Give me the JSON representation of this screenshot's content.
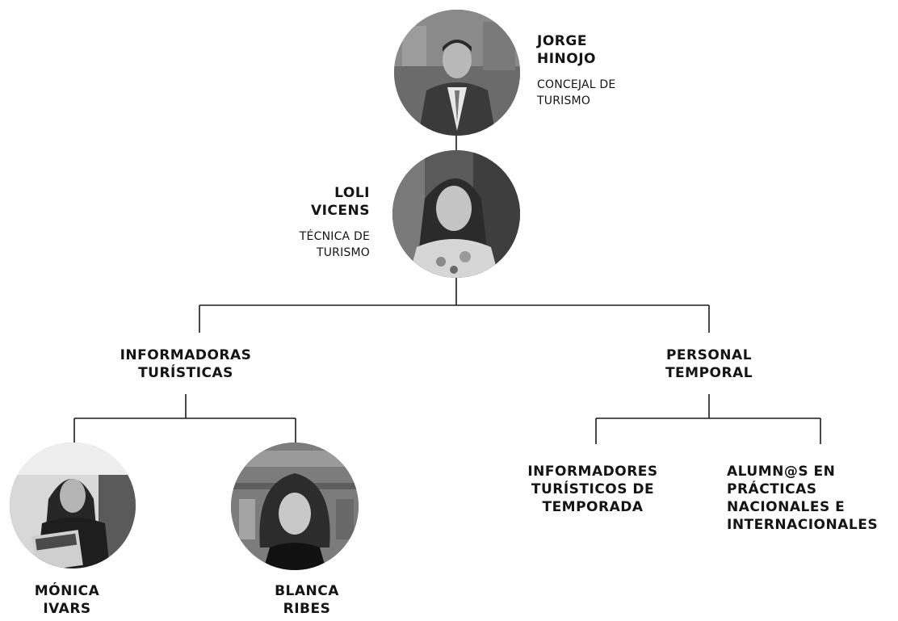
{
  "nodes": {
    "jorge": {
      "name_line1": "JORGE",
      "name_line2": "HINOJO",
      "role_line1": "CONCEJAL DE",
      "role_line2": "TURISMO"
    },
    "loli": {
      "name_line1": "LOLI",
      "name_line2": "VICENS",
      "role_line1": "TÉCNICA DE",
      "role_line2": "TURISMO"
    },
    "informadoras": {
      "line1": "INFORMADORAS",
      "line2": "TURÍSTICAS"
    },
    "personal": {
      "line1": "PERSONAL",
      "line2": "TEMPORAL"
    },
    "monica": {
      "line1": "MÓNICA",
      "line2": "IVARS"
    },
    "blanca": {
      "line1": "BLANCA",
      "line2": "RIBES"
    },
    "informadores": {
      "line1": "INFORMADORES",
      "line2": "TURÍSTICOS DE",
      "line3": "TEMPORADA"
    },
    "alumnos": {
      "line1": "ALUMN@S EN",
      "line2": "PRÁCTICAS",
      "line3": "NACIONALES E",
      "line4": "INTERNACIONALES"
    }
  }
}
